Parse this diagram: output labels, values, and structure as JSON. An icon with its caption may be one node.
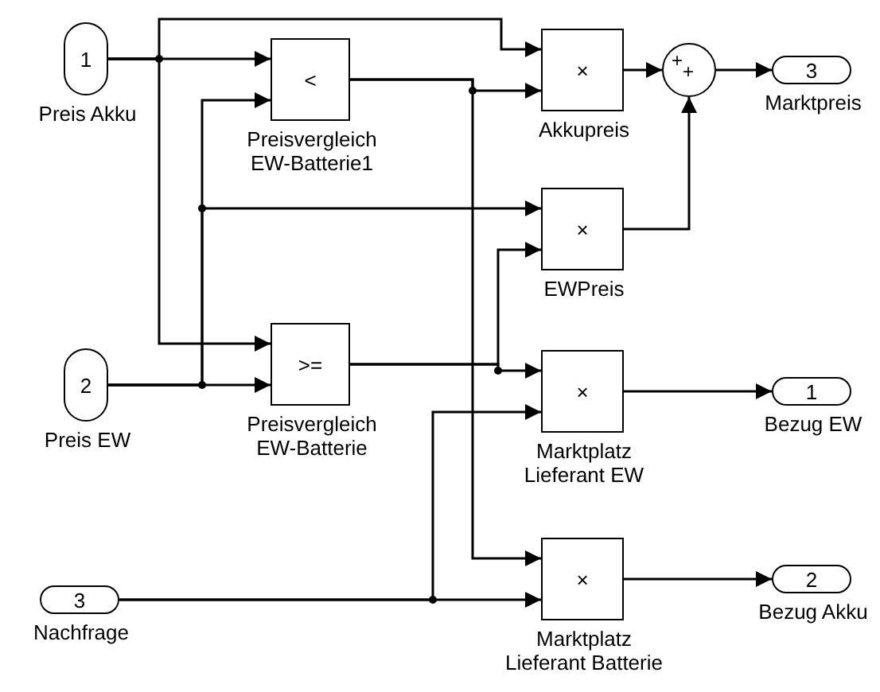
{
  "diagram": {
    "nodes": [
      {
        "text": [
          "1",
          "Preis Akku"
        ]
      },
      {
        "text": [
          "2",
          "Preis EW"
        ]
      },
      {
        "text": [
          "3",
          "Nachfrage"
        ]
      },
      {
        "text": [
          "<",
          "Preisvergleich EW-Batterie1"
        ]
      },
      {
        "text": [
          ">=",
          "Preisvergleich EW-Batterie"
        ]
      },
      {
        "text": [
          "×",
          "Akkupreis"
        ]
      },
      {
        "text": [
          "×",
          "EWPreis"
        ]
      },
      {
        "text": [
          "×",
          "Marktplatz Lieferant EW"
        ]
      },
      {
        "text": [
          "×",
          "Marktplatz Lieferant Batterie"
        ]
      },
      {
        "text": [
          "+",
          "+"
        ]
      },
      {
        "text": [
          "3",
          "Marktpreis"
        ]
      },
      {
        "text": [
          "1",
          "Bezug EW"
        ]
      },
      {
        "text": [
          "2",
          "Bezug Akku"
        ]
      }
    ],
    "edges": [
      {
        "from": 0,
        "to": 3,
        "arrow": "to"
      },
      {
        "from": 0,
        "to": 5,
        "arrow": "to"
      },
      {
        "from": 0,
        "to": 4,
        "arrow": "to"
      },
      {
        "from": 1,
        "to": 4,
        "arrow": "to"
      },
      {
        "from": 1,
        "to": 3,
        "arrow": "to"
      },
      {
        "from": 1,
        "to": 6,
        "arrow": "to"
      },
      {
        "from": 3,
        "to": 5,
        "arrow": "to"
      },
      {
        "from": 3,
        "to": 8,
        "arrow": "to"
      },
      {
        "from": 4,
        "to": 7,
        "arrow": "to"
      },
      {
        "from": 4,
        "to": 6,
        "arrow": "to"
      },
      {
        "from": 2,
        "to": 8,
        "arrow": "to"
      },
      {
        "from": 2,
        "to": 7,
        "arrow": "to"
      },
      {
        "from": 5,
        "to": 9,
        "arrow": "to"
      },
      {
        "from": 6,
        "to": 9,
        "arrow": "to"
      },
      {
        "from": 9,
        "to": 10,
        "arrow": "to"
      },
      {
        "from": 7,
        "to": 11,
        "arrow": "to"
      },
      {
        "from": 8,
        "to": 12,
        "arrow": "to"
      }
    ]
  }
}
